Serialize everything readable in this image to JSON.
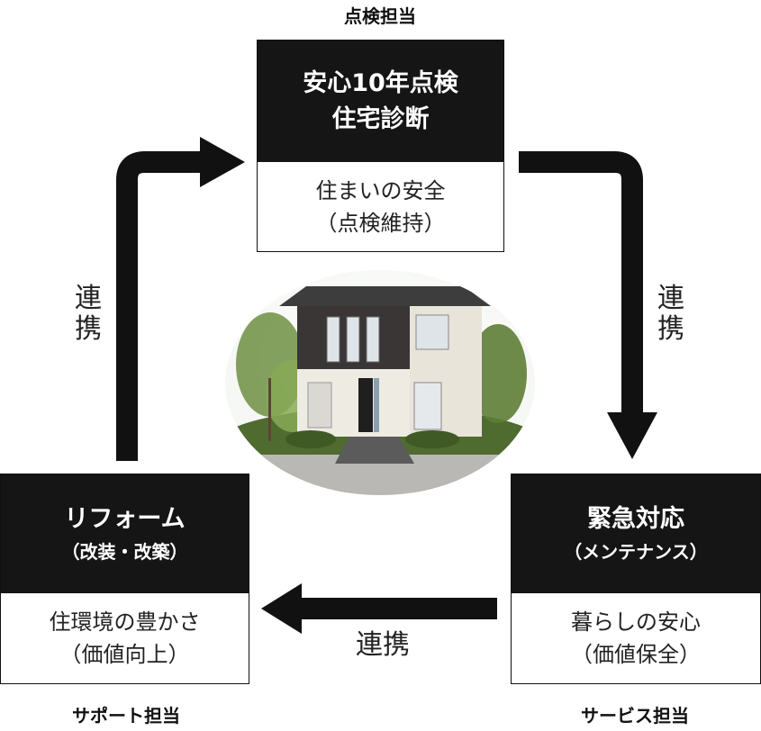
{
  "top": {
    "role": "点検担当",
    "title_lines": [
      "安心10年点検",
      "住宅診断"
    ],
    "body_lines": [
      "住まいの安全",
      "（点検維持）"
    ]
  },
  "right": {
    "role": "サービス担当",
    "title": "緊急対応",
    "subtitle": "（メンテナンス）",
    "body_lines": [
      "暮らしの安心",
      "（価値保全）"
    ]
  },
  "left": {
    "role": "サポート担当",
    "title": "リフォーム",
    "subtitle": "（改装・改築）",
    "body_lines": [
      "住環境の豊かさ",
      "（価値向上）"
    ]
  },
  "links": {
    "left_label": [
      "連",
      "携"
    ],
    "right_label": [
      "連",
      "携"
    ],
    "bottom_label": "連携"
  },
  "colors": {
    "dark": "#151515",
    "arrow": "#111111"
  },
  "icons": {
    "center_image": "house-illustration"
  }
}
